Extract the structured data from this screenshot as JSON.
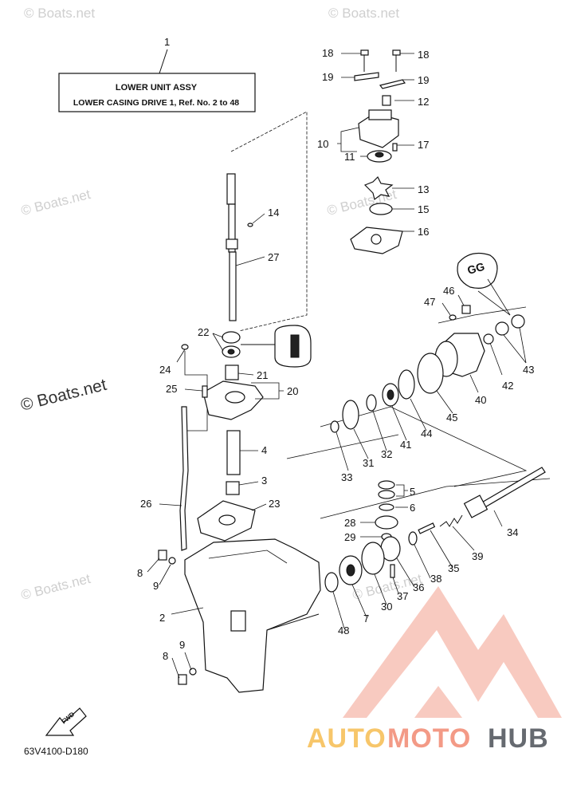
{
  "title_box": {
    "ref": "1",
    "line1": "LOWER  UNIT ASSY",
    "line2": "LOWER CASING DRIVE 1,   Ref. No. 2 to 48"
  },
  "parts": [
    {
      "id": "p18a",
      "num": "18"
    },
    {
      "id": "p18b",
      "num": "18"
    },
    {
      "id": "p19a",
      "num": "19"
    },
    {
      "id": "p19b",
      "num": "19"
    },
    {
      "id": "p12",
      "num": "12"
    },
    {
      "id": "p10",
      "num": "10"
    },
    {
      "id": "p17",
      "num": "17"
    },
    {
      "id": "p11",
      "num": "11"
    },
    {
      "id": "p13",
      "num": "13"
    },
    {
      "id": "p15",
      "num": "15"
    },
    {
      "id": "p16",
      "num": "16"
    },
    {
      "id": "p14",
      "num": "14"
    },
    {
      "id": "p27",
      "num": "27"
    },
    {
      "id": "p22",
      "num": "22"
    },
    {
      "id": "p24",
      "num": "24"
    },
    {
      "id": "p21",
      "num": "21"
    },
    {
      "id": "p25",
      "num": "25"
    },
    {
      "id": "p20",
      "num": "20"
    },
    {
      "id": "p4",
      "num": "4"
    },
    {
      "id": "p3",
      "num": "3"
    },
    {
      "id": "p26",
      "num": "26"
    },
    {
      "id": "p23",
      "num": "23"
    },
    {
      "id": "p8a",
      "num": "8"
    },
    {
      "id": "p9a",
      "num": "9"
    },
    {
      "id": "p2",
      "num": "2"
    },
    {
      "id": "p8b",
      "num": "8"
    },
    {
      "id": "p9b",
      "num": "9"
    },
    {
      "id": "p46",
      "num": "46"
    },
    {
      "id": "p47",
      "num": "47"
    },
    {
      "id": "p43",
      "num": "43"
    },
    {
      "id": "p42",
      "num": "42"
    },
    {
      "id": "p40",
      "num": "40"
    },
    {
      "id": "p45",
      "num": "45"
    },
    {
      "id": "p44",
      "num": "44"
    },
    {
      "id": "p41",
      "num": "41"
    },
    {
      "id": "p32",
      "num": "32"
    },
    {
      "id": "p31",
      "num": "31"
    },
    {
      "id": "p33",
      "num": "33"
    },
    {
      "id": "p5",
      "num": "5"
    },
    {
      "id": "p6",
      "num": "6"
    },
    {
      "id": "p28",
      "num": "28"
    },
    {
      "id": "p29",
      "num": "29"
    },
    {
      "id": "p34",
      "num": "34"
    },
    {
      "id": "p39",
      "num": "39"
    },
    {
      "id": "p35",
      "num": "35"
    },
    {
      "id": "p38",
      "num": "38"
    },
    {
      "id": "p36",
      "num": "36"
    },
    {
      "id": "p37",
      "num": "37"
    },
    {
      "id": "p30",
      "num": "30"
    },
    {
      "id": "p7",
      "num": "7"
    },
    {
      "id": "p48",
      "num": "48"
    }
  ],
  "watermarks": {
    "small": "© Boats.net",
    "big": "© Boats.net"
  },
  "fwd_label": "FWD",
  "grease_label": "GG",
  "diagram_code": "63V4100-D180",
  "brand": {
    "part1": "AUTO",
    "part2": "MOTO",
    "part3": "HUB"
  }
}
